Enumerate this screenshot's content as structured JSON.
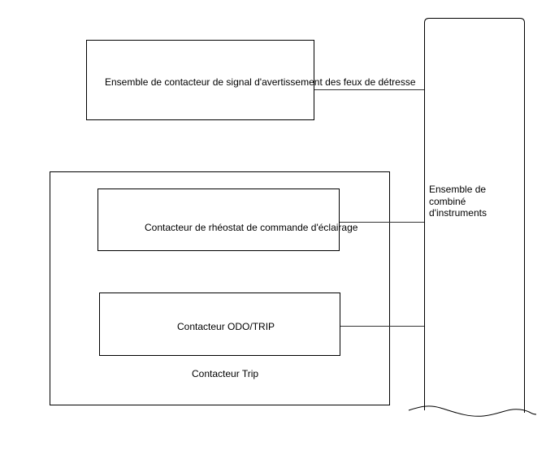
{
  "diagram": {
    "hazard_switch_label": "Ensemble de contacteur de signal d'avertissement des feux de détresse",
    "trip_group_label": "Contacteur Trip",
    "rheostat_label": "Contacteur de rhéostat de commande d'éclairage",
    "odo_trip_label": "Contacteur ODO/TRIP",
    "cluster_label": "Ensemble de combiné d'instruments",
    "colors": {
      "stroke": "#000000",
      "wire": "#333333",
      "background": "#ffffff"
    }
  }
}
